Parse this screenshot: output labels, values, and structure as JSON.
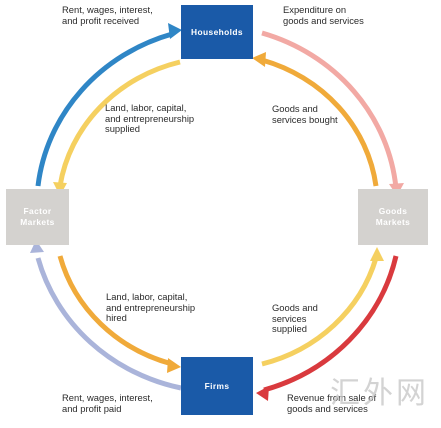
{
  "nodes": {
    "households": "Households",
    "firms": "Firms",
    "factor_markets": "Factor\nMarkets",
    "goods_markets": "Goods\nMarkets"
  },
  "flows": {
    "rent_received": "Rent, wages, interest,\nand profit received",
    "expenditure": "Expenditure on\ngoods and services",
    "land_supplied": "Land, labor, capital,\nand entrepreneurship\nsupplied",
    "goods_bought": "Goods and\nservices bought",
    "land_hired": "Land, labor, capital,\nand entrepreneurship\nhired",
    "goods_supplied": "Goods and\nservices\nsupplied",
    "rent_paid": "Rent, wages, interest,\nand profit paid",
    "revenue": "Revenue from sale of\ngoods and services"
  },
  "watermark": "汇外网",
  "colors": {
    "node_blue": "#1a5aa8",
    "node_gray": "#d4d2cf",
    "outer_blue": "#2f86c6",
    "outer_lavender": "#aab4da",
    "outer_pink": "#f2a9a4",
    "outer_red": "#d93a3e",
    "inner_yellow": "#f5d060",
    "inner_gold": "#f0aa3a"
  }
}
